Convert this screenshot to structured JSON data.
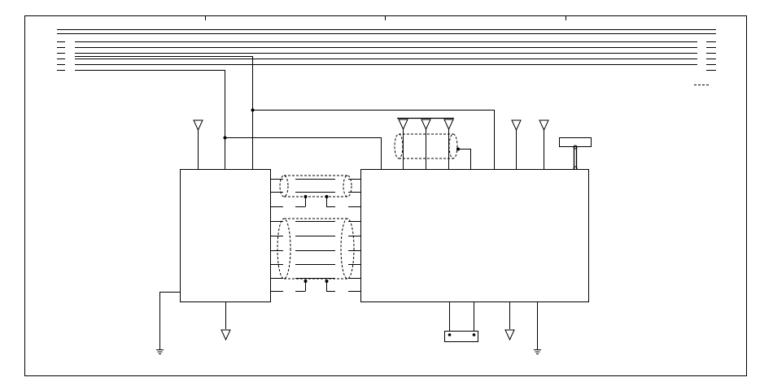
{
  "diagram": {
    "type": "wiring-schematic",
    "labels_visible": false,
    "colors": {
      "line": "#000000",
      "background": "#ffffff"
    },
    "components": [
      "left-module",
      "right-module",
      "top-right-connector-block",
      "bottom-connector-block"
    ],
    "icons": [
      "antenna-icon",
      "ground-symbol-icon",
      "shielded-cable-icon",
      "splice-dot-icon"
    ]
  }
}
